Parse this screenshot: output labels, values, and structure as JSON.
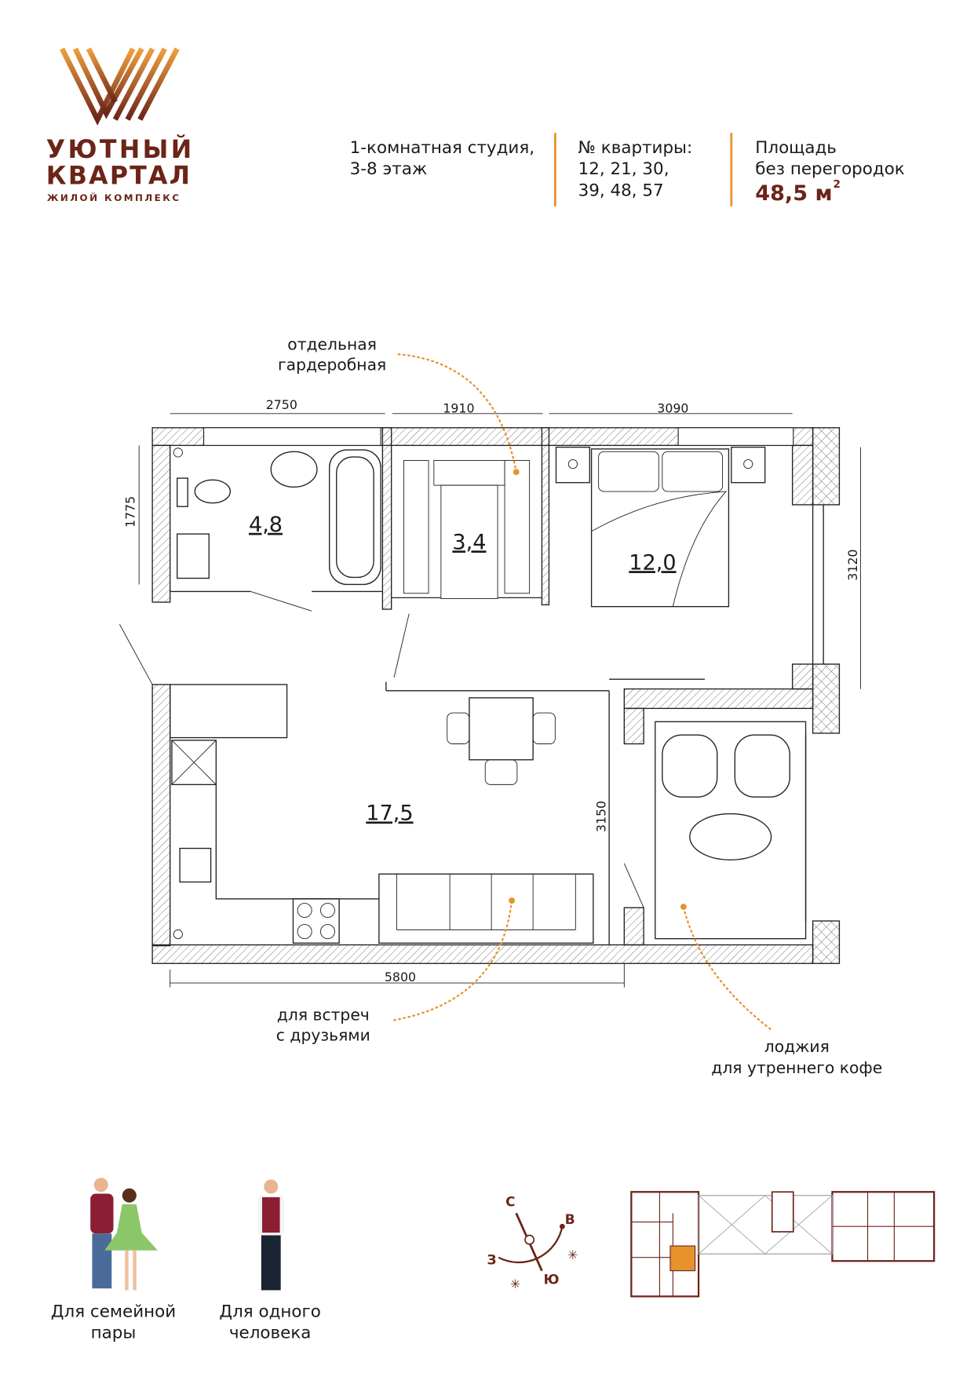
{
  "logo": {
    "line1": "УЮТНЫЙ",
    "line2": "КВАРТАЛ",
    "subtitle": "ЖИЛОЙ КОМПЛЕКС"
  },
  "header": {
    "type_line1": "1-комнатная студия,",
    "type_line2": "3-8 этаж",
    "apt_label": "№ квартиры:",
    "apt_line1": "12, 21, 30,",
    "apt_line2": "39, 48, 57",
    "area_label1": "Площадь",
    "area_label2": "без перегородок",
    "area_value": "48,5 м",
    "area_sup": "2"
  },
  "plan": {
    "dims": {
      "bath_w": "2750",
      "wardrobe_w": "1910",
      "bed_w": "3090",
      "bath_h": "1775",
      "bed_h": "3120",
      "living_h": "3150",
      "total_w": "5800"
    },
    "areas": {
      "bathroom": "4,8",
      "wardrobe": "3,4",
      "bedroom": "12,0",
      "living": "17,5"
    },
    "callouts": {
      "wardrobe_1": "отдельная",
      "wardrobe_2": "гардеробная",
      "friends_1": "для встреч",
      "friends_2": "с друзьями",
      "loggia_1": "лоджия",
      "loggia_2": "для утреннего кофе"
    }
  },
  "audience": [
    {
      "line1": "Для семейной",
      "line2": "пары"
    },
    {
      "line1": "Для одного",
      "line2": "человека"
    }
  ],
  "compass": {
    "north": "С",
    "east": "В",
    "west": "З",
    "south": "Ю"
  },
  "colors": {
    "brand": "#6b2418",
    "accent": "#e8922e"
  }
}
